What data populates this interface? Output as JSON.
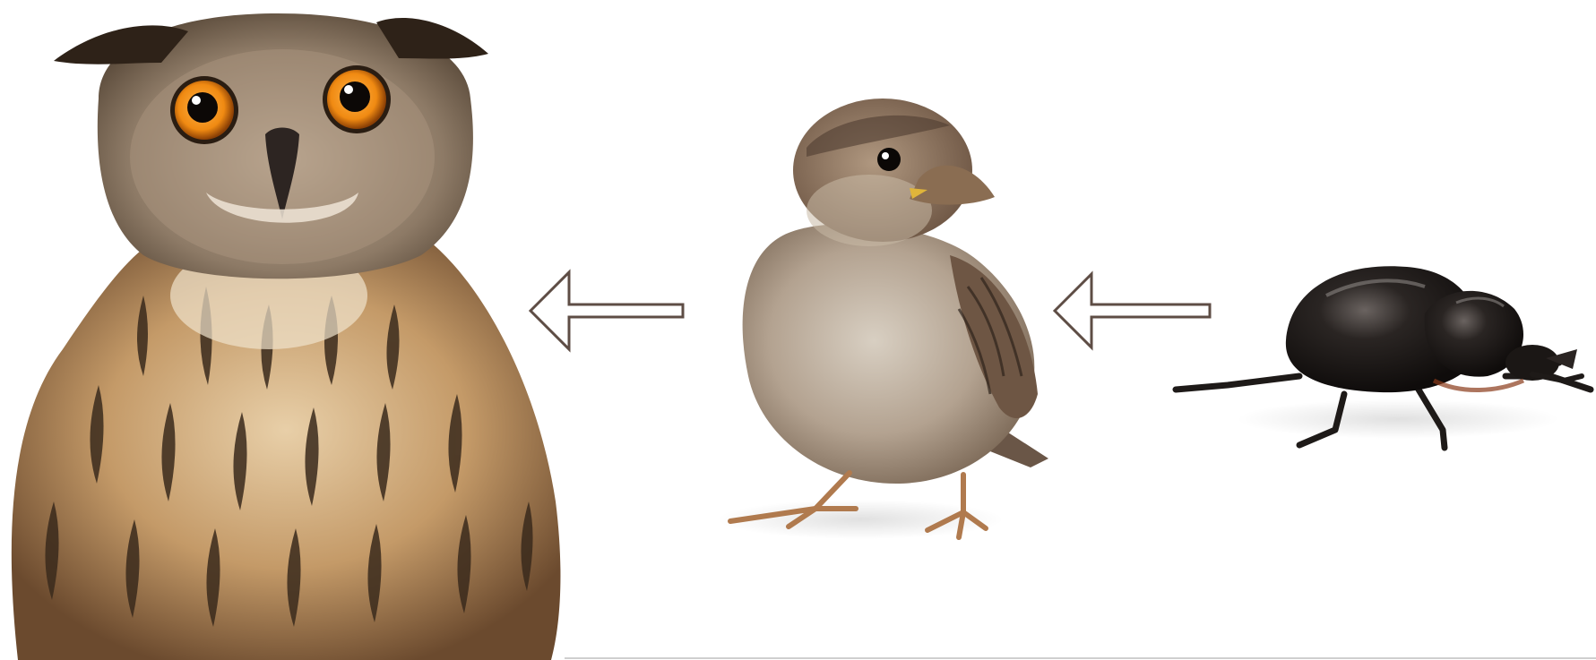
{
  "diagram": {
    "organisms": [
      {
        "id": "owl",
        "icon": "eagle-owl-icon"
      },
      {
        "id": "sparrow",
        "icon": "sparrow-icon"
      },
      {
        "id": "beetle",
        "icon": "beetle-icon"
      }
    ],
    "arrows": [
      {
        "from": "sparrow",
        "to": "owl",
        "icon": "arrow-left-icon"
      },
      {
        "from": "beetle",
        "to": "sparrow",
        "icon": "arrow-left-icon"
      }
    ],
    "colors": {
      "background": "#ffffff",
      "arrow_stroke": "#5e4d45",
      "owl_feather_light": "#d2b48c",
      "owl_feather_dark": "#3a2a1c",
      "owl_eye": "#f08a12",
      "sparrow_body": "#a0897a",
      "sparrow_belly": "#d8cfc2",
      "beetle_shell": "#1e1a18"
    }
  }
}
